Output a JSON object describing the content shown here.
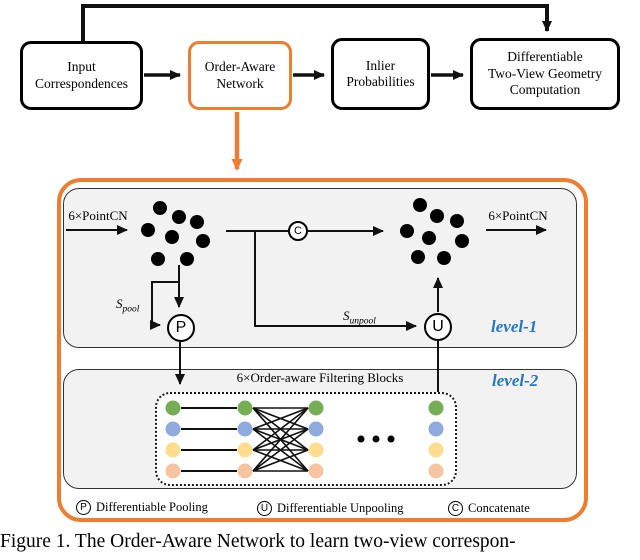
{
  "colors": {
    "accent_orange": "#ED7D31",
    "label_blue": "#2276C3",
    "dot_green": "#76AD55",
    "dot_blue": "#8FAADC",
    "dot_yellow": "#FFDC8E",
    "dot_orange": "#F6C4A0",
    "line_black": "#111111"
  },
  "flowchart": {
    "input": "Input\nCorrespondences",
    "oan": "Order-Aware\nNetwork",
    "inlier": "Inlier\nProbabilities",
    "geometry": "Differentiable\nTwo-View Geometry\nComputation"
  },
  "network": {
    "pointcn_left": "6×PointCN",
    "pointcn_right": "6×PointCN",
    "filtering_blocks": "6×Order-aware Filtering Blocks",
    "level1_label": "level-1",
    "level2_label": "level-2",
    "s_pool_base": "S",
    "s_pool_sub": "pool",
    "s_unpool_base": "S",
    "s_unpool_sub": "unpool",
    "pool_symbol": "P",
    "unpool_symbol": "U",
    "concat_symbol": "C"
  },
  "legend": {
    "items": [
      {
        "symbol": "P",
        "label": "Differentiable Pooling"
      },
      {
        "symbol": "U",
        "label": "Differentiable Unpooling"
      },
      {
        "symbol": "C",
        "label": "Concatenate"
      }
    ]
  },
  "figure": {
    "caption": "Figure 1. The Order-Aware Network to learn two-view correspon-"
  }
}
